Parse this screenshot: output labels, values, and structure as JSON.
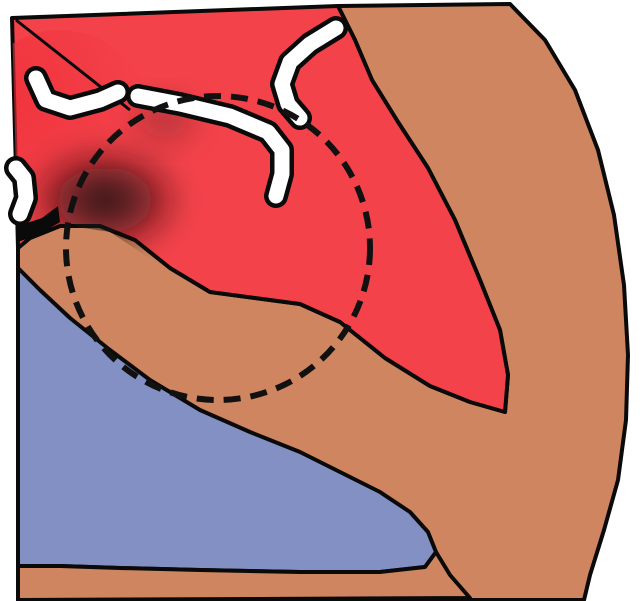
{
  "colors": {
    "background": "#ffffff",
    "muscle": "#cf8660",
    "red_chamber": "#f4424a",
    "red_dark": "#ee2a35",
    "shadow": "#1a0d0d",
    "blue_chamber": "#8390c4",
    "outline": "#0a0a0a",
    "vessel_fill": "#ffffff",
    "focus_circle": "#111111"
  },
  "regions": [
    "muscle-wall",
    "red-chamber",
    "blue-chamber",
    "white-vessels",
    "dashed-focus-circle"
  ]
}
